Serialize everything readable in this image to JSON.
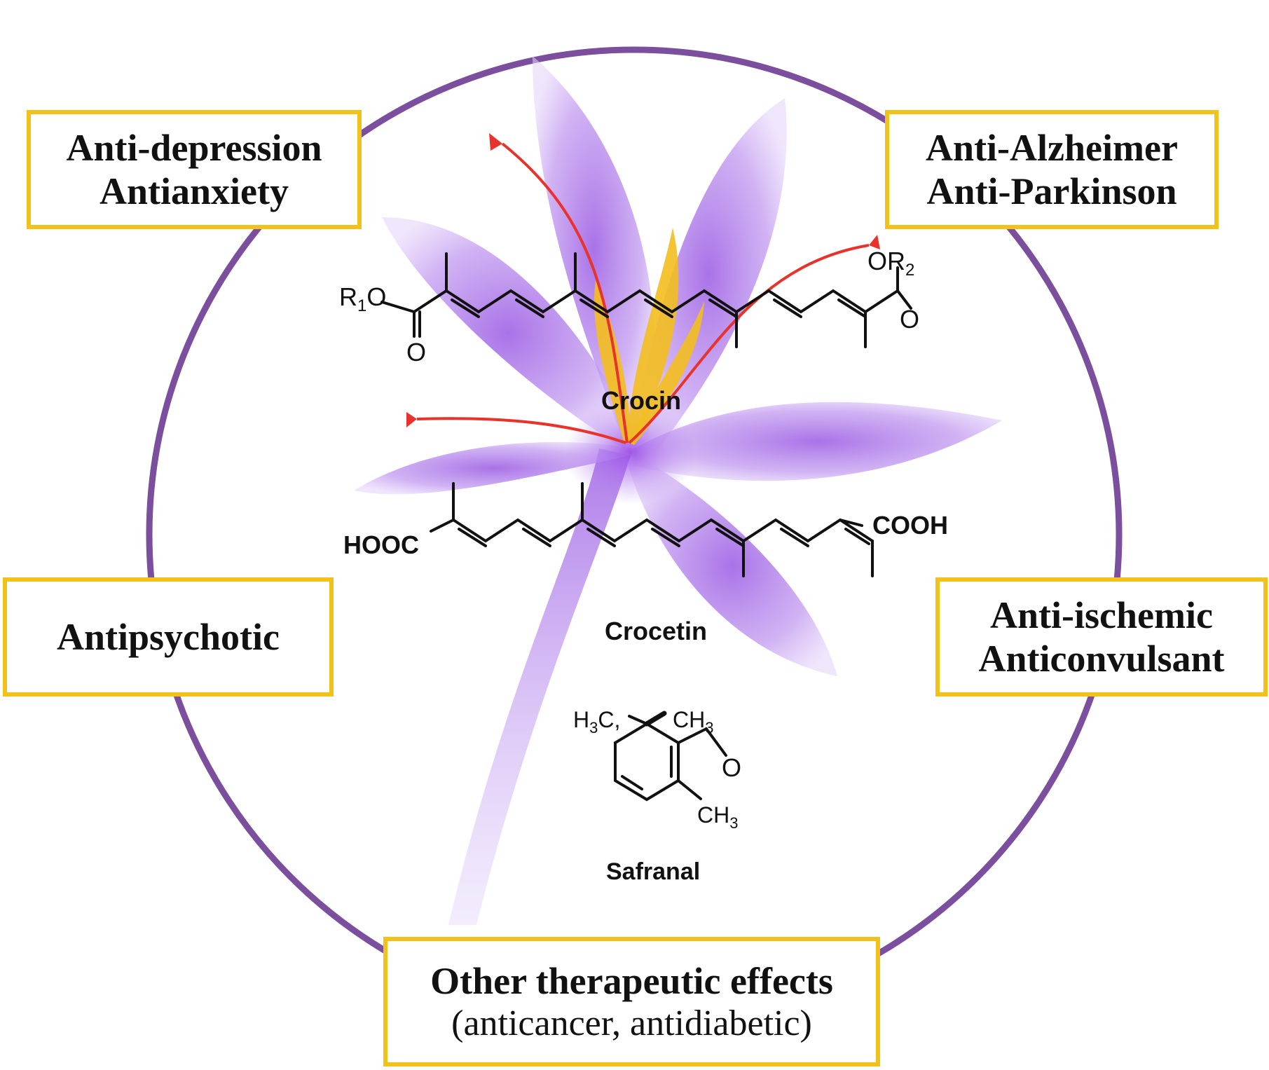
{
  "colors": {
    "circle": "#7B4F9E",
    "box_border": "#F2C21B",
    "petal": "#B889EC",
    "stigma": "#E8322C",
    "anther": "#F3BE1E"
  },
  "boxes": {
    "top_left": {
      "line1": "Anti-depression",
      "line2": "Antianxiety"
    },
    "top_right": {
      "line1": "Anti-Alzheimer",
      "line2": "Anti-Parkinson"
    },
    "middle_left": {
      "line1": "Antipsychotic"
    },
    "middle_right": {
      "line1": "Anti-ischemic",
      "line2": "Anticonvulsant"
    },
    "bottom": {
      "line1": "Other therapeutic effects",
      "line2": "(anticancer, antidiabetic)"
    }
  },
  "molecules": {
    "crocin": {
      "name": "Crocin",
      "left_group": "R",
      "left_sub": "1",
      "left_tail": "O",
      "carbonyl_o": "O",
      "right_group": "OR",
      "right_sub": "2",
      "right_o": "O"
    },
    "crocetin": {
      "name": "Crocetin",
      "left_group": "HOOC",
      "right_group": "COOH"
    },
    "safranal": {
      "name": "Safranal",
      "h3c_h": "H",
      "h3c_sub": "3",
      "h3c_c": "C,",
      "ch3_top_ch": "CH",
      "ch3_top_sub": "3",
      "aldehyde_o": "O",
      "ch3_bot_ch": "CH",
      "ch3_bot_sub": "3"
    }
  }
}
